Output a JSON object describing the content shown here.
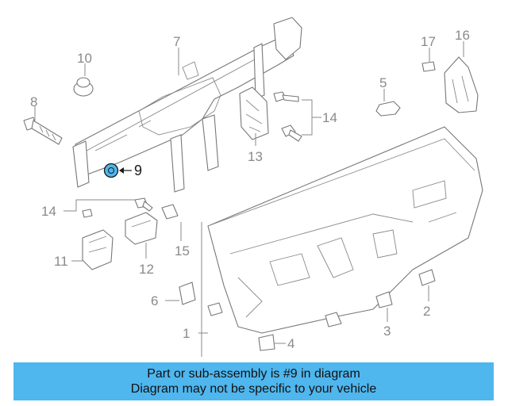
{
  "callouts": {
    "c1": "1",
    "c2": "2",
    "c3": "3",
    "c4": "4",
    "c5": "5",
    "c6": "6",
    "c7": "7",
    "c8": "8",
    "c9": "9",
    "c10": "10",
    "c11": "11",
    "c12": "12",
    "c13": "13",
    "c14a": "14",
    "c14b": "14",
    "c15": "15",
    "c16": "16",
    "c17": "17"
  },
  "highlight_part": "9",
  "colors": {
    "banner": "#4fb6ee",
    "highlight_part": "#4fb6ee",
    "line": "#777777"
  },
  "banner": {
    "line1": "Part or sub-assembly is #9 in diagram",
    "line2": "Diagram may not be specific to your vehicle"
  }
}
